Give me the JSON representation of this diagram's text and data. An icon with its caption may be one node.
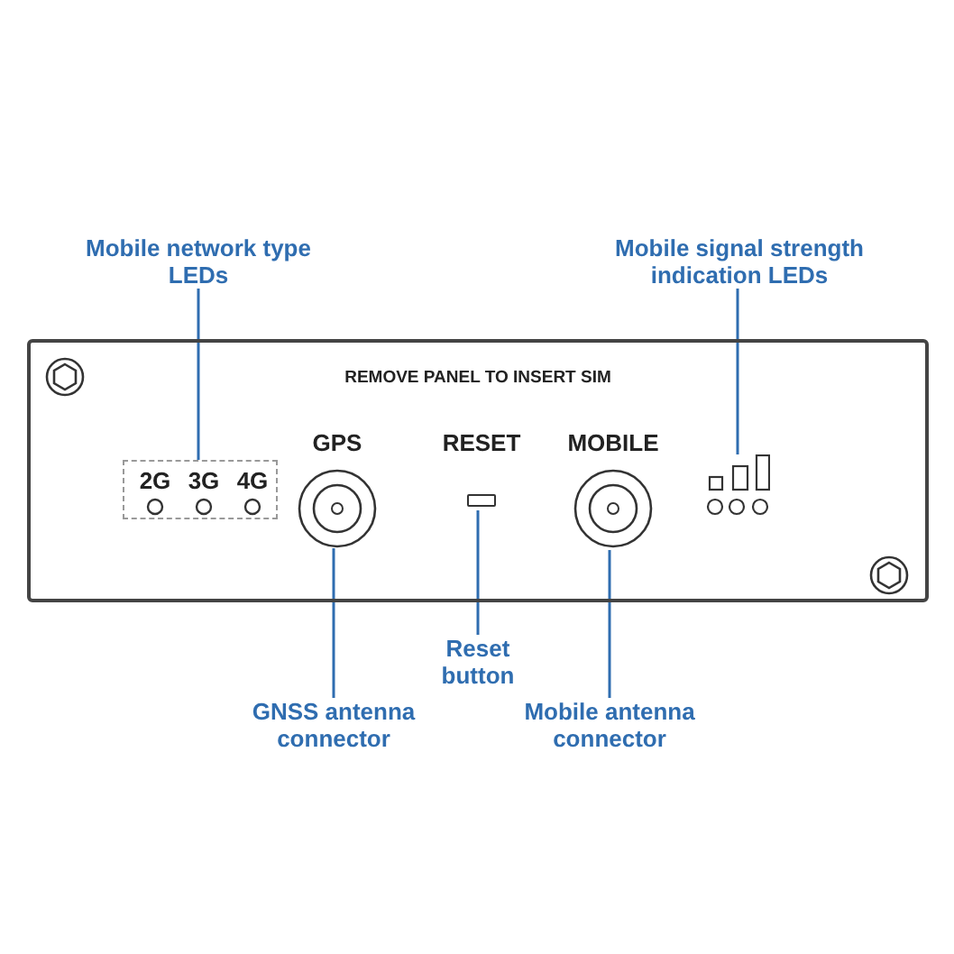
{
  "diagram": {
    "nodes": [
      {
        "text": [
          "Mobile network type LEDs"
        ]
      },
      {
        "text": [
          "Mobile signal strength indication LEDs"
        ]
      },
      {
        "text": [
          "REMOVE PANEL TO INSERT SIM"
        ]
      },
      {
        "text": [
          "2G",
          "3G",
          "4G"
        ],
        "in": 2
      },
      {
        "text": [
          "GPS"
        ],
        "in": 2
      },
      {
        "text": [
          "RESET"
        ],
        "in": 2
      },
      {
        "text": [
          "MOBILE"
        ],
        "in": 2
      },
      {
        "text": [],
        "shape": "bar",
        "in": 2
      },
      {
        "text": [
          "Reset button"
        ]
      },
      {
        "text": [
          "GNSS antenna connector"
        ]
      },
      {
        "text": [
          "Mobile antenna connector"
        ]
      }
    ],
    "edges": [
      {
        "from": 0,
        "to": 3,
        "arrow": "none"
      },
      {
        "from": 1,
        "to": 7,
        "arrow": "none"
      },
      {
        "from": 4,
        "to": 9,
        "arrow": "none"
      },
      {
        "from": 5,
        "to": 8,
        "arrow": "none"
      },
      {
        "from": 6,
        "to": 10,
        "arrow": "none"
      }
    ]
  }
}
